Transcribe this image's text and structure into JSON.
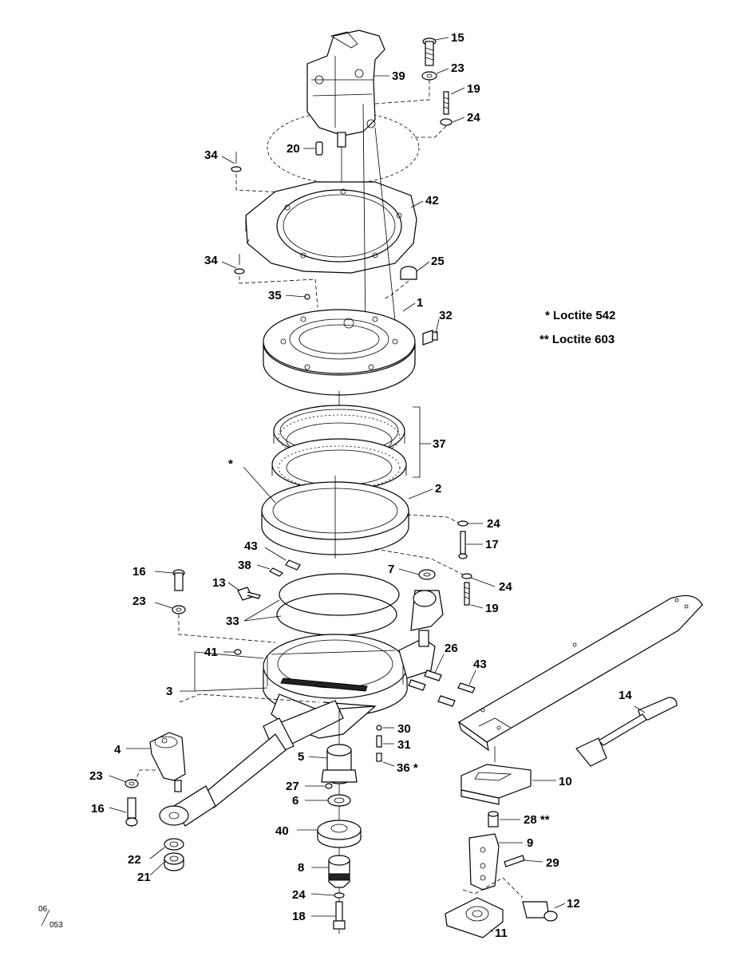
{
  "notes": {
    "loctite_542": "* Loctite 542",
    "loctite_603": "** Loctite 603"
  },
  "code": {
    "top": "06",
    "bottom": "053"
  },
  "labels": {
    "p15": "15",
    "p23a": "23",
    "p39": "39",
    "p19a": "19",
    "p24a": "24",
    "p20": "20",
    "p34a": "34",
    "p42": "42",
    "p34b": "34",
    "p25": "25",
    "p35": "35",
    "p1": "1",
    "p32": "32",
    "p37": "37",
    "star": "*",
    "p2": "2",
    "p24b": "24",
    "p17": "17",
    "p43a": "43",
    "p16a": "16",
    "p38": "38",
    "p7": "7",
    "p13": "13",
    "p24c": "24",
    "p23b": "23",
    "p19b": "19",
    "p33": "33",
    "p41": "41",
    "p26": "26",
    "p43b": "43",
    "p3": "3",
    "p14": "14",
    "p30": "30",
    "p4": "4",
    "p31": "31",
    "p5": "5",
    "p36": "36 *",
    "p23c": "23",
    "p27": "27",
    "p10": "10",
    "p16b": "16",
    "p6": "6",
    "p28": "28 **",
    "p40": "40",
    "p9": "9",
    "p22": "22",
    "p29": "29",
    "p8": "8",
    "p21": "21",
    "p24d": "24",
    "p12": "12",
    "p18": "18",
    "p11": "11"
  }
}
